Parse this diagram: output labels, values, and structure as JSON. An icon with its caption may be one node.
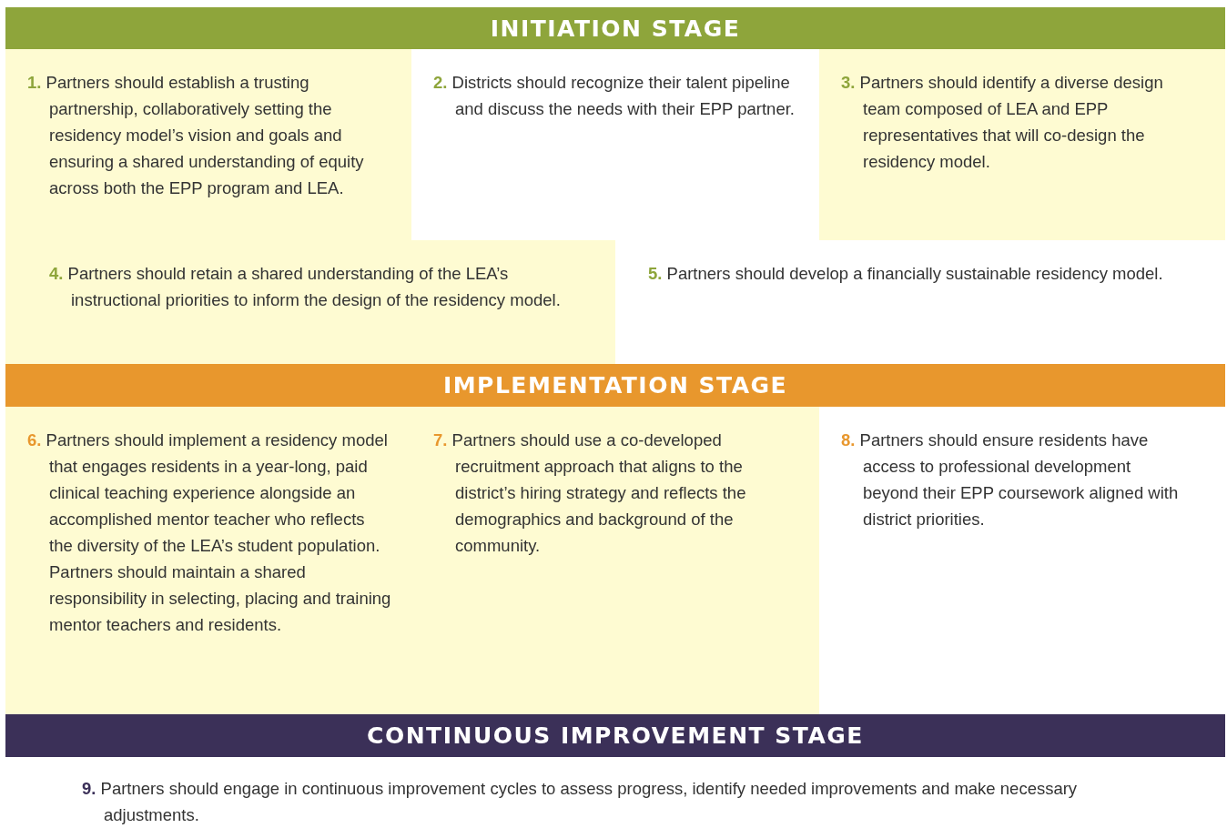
{
  "diagram": {
    "nodes": [
      {
        "text": [
          "INITIATION STAGE"
        ]
      },
      {
        "text": [
          "**1.** Partners should establish a trusting partnership, collaboratively setting the residency model’s vision and goals and ensuring a shared understanding of equity across both the EPP program and LEA."
        ]
      },
      {
        "text": [
          "**2.** Districts should recognize their talent pipeline and discuss the needs with their EPP partner."
        ]
      },
      {
        "text": [
          "**3.** Partners should identify a diverse design team composed of LEA and EPP representatives that will co-design the residency model."
        ]
      },
      {
        "text": [
          "**4.** Partners should retain a shared understanding of the LEA’s instructional priorities to inform the design of the residency model."
        ]
      },
      {
        "text": [
          "**5.** Partners should develop a financially sustainable residency model."
        ]
      },
      {
        "text": [
          "IMPLEMENTATION STAGE"
        ]
      },
      {
        "text": [
          "**6.** Partners should implement a residency model that engages residents in a year-long, paid clinical teaching experience alongside an accomplished mentor teacher who reflects the diversity of the LEA’s student population. Partners should maintain a shared responsibility in selecting, placing and training mentor teachers and residents."
        ]
      },
      {
        "text": [
          "**7.** Partners should use a co-developed recruitment approach that aligns to the district’s hiring strategy and reflects the demographics and background of the community."
        ]
      },
      {
        "text": [
          "**8.** Partners should ensure residents have access to professional development beyond their EPP coursework aligned with district priorities."
        ]
      },
      {
        "text": [
          "CONTINUOUS IMPROVEMENT STAGE"
        ]
      },
      {
        "text": [
          "**9.** Partners should engage in continuous improvement cycles to assess progress, identify needed improvements and make necessary adjustments."
        ]
      }
    ],
    "edges": []
  }
}
